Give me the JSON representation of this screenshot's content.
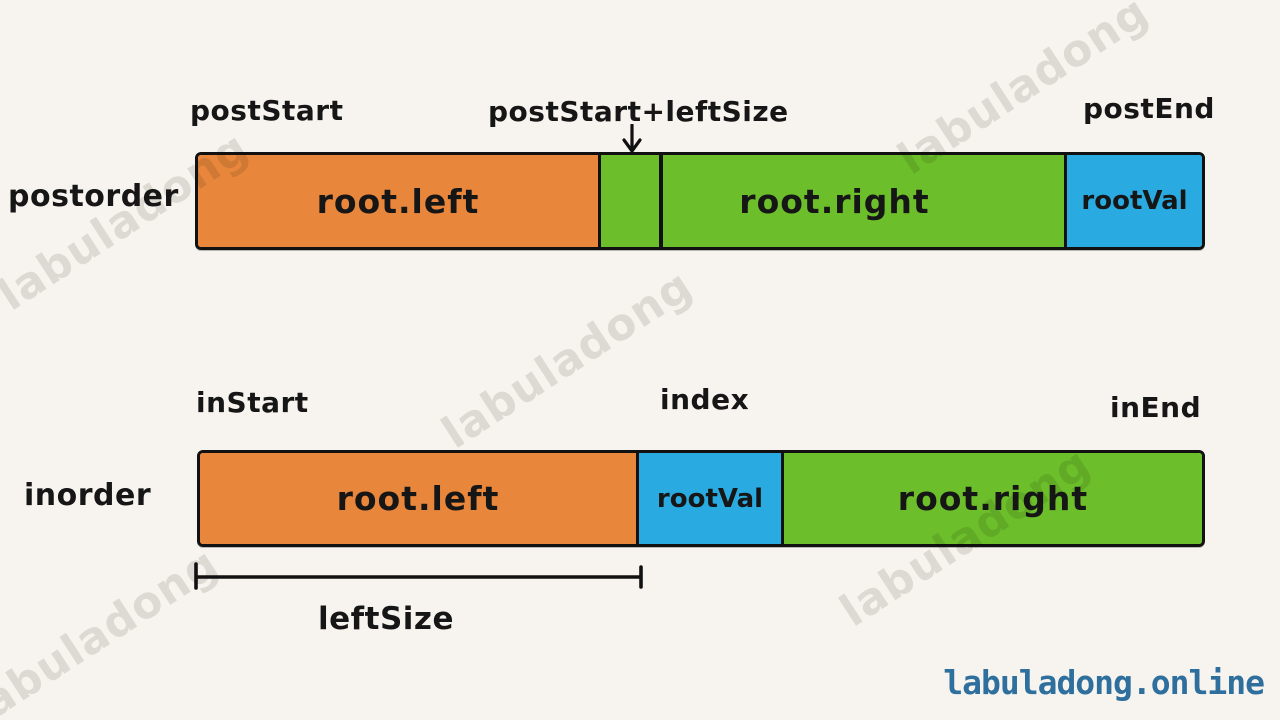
{
  "colors": {
    "background": "#F7F4EF",
    "orange": "#E8873C",
    "green": "#6CBE2B",
    "blue": "#29ABE2",
    "outline": "#111111",
    "text": "#161616",
    "footer-blue": "#2E6F9E",
    "watermark-gray": "#5A5546"
  },
  "watermark": {
    "text": "labuladong"
  },
  "footer": {
    "text": "labuladong.online"
  },
  "postorder": {
    "row_label": "postorder",
    "pointers": {
      "start": "postStart",
      "mid": "postStart+leftSize",
      "end": "postEnd"
    },
    "segments": [
      {
        "name": "root-left",
        "label": "root.left",
        "color": "orange"
      },
      {
        "name": "left-gap",
        "label": "",
        "color": "green"
      },
      {
        "name": "root-right",
        "label": "root.right",
        "color": "green"
      },
      {
        "name": "root-val",
        "label": "rootVal",
        "color": "blue"
      }
    ]
  },
  "inorder": {
    "row_label": "inorder",
    "pointers": {
      "start": "inStart",
      "mid": "index",
      "end": "inEnd"
    },
    "segments": [
      {
        "name": "root-left",
        "label": "root.left",
        "color": "orange"
      },
      {
        "name": "root-val",
        "label": "rootVal",
        "color": "blue"
      },
      {
        "name": "root-right",
        "label": "root.right",
        "color": "green"
      }
    ]
  },
  "measure": {
    "label": "leftSize"
  }
}
